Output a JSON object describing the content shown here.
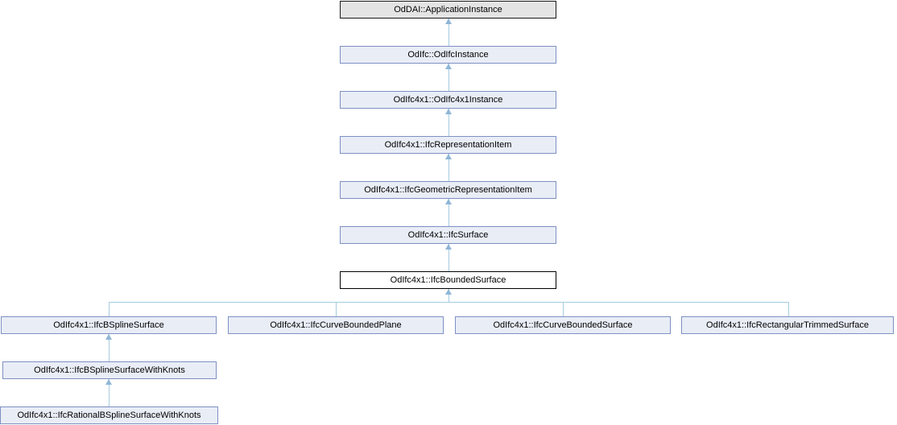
{
  "diagram": {
    "type": "class-inheritance-graph",
    "colors": {
      "node_border": "#7e90c3",
      "node_fill": "#e9edf6",
      "root_border": "#1a1a1a",
      "root_fill": "#e4e4e4",
      "current_border": "#000000",
      "current_fill": "#ffffff",
      "edge": "#a5cce0",
      "arrow": "#8fb6d6",
      "text": "#000000",
      "background": "#ffffff"
    },
    "nodes": {
      "application_instance": {
        "label": "OdDAI::ApplicationInstance",
        "style": "external"
      },
      "odifc_instance": {
        "label": "OdIfc::OdIfcInstance",
        "style": "linked"
      },
      "odifc4x1_instance": {
        "label": "OdIfc4x1::OdIfc4x1Instance",
        "style": "linked"
      },
      "representation_item": {
        "label": "OdIfc4x1::IfcRepresentationItem",
        "style": "linked"
      },
      "geometric_representation_item": {
        "label": "OdIfc4x1::IfcGeometricRepresentationItem",
        "style": "linked"
      },
      "surface": {
        "label": "OdIfc4x1::IfcSurface",
        "style": "linked"
      },
      "bounded_surface": {
        "label": "OdIfc4x1::IfcBoundedSurface",
        "style": "current"
      },
      "bspline_surface": {
        "label": "OdIfc4x1::IfcBSplineSurface",
        "style": "linked"
      },
      "curve_bounded_plane": {
        "label": "OdIfc4x1::IfcCurveBoundedPlane",
        "style": "linked"
      },
      "curve_bounded_surface": {
        "label": "OdIfc4x1::IfcCurveBoundedSurface",
        "style": "linked"
      },
      "rectangular_trimmed_surface": {
        "label": "OdIfc4x1::IfcRectangularTrimmedSurface",
        "style": "linked"
      },
      "bspline_surface_with_knots": {
        "label": "OdIfc4x1::IfcBSplineSurfaceWithKnots",
        "style": "linked"
      },
      "rational_bspline_surface_with_knots": {
        "label": "OdIfc4x1::IfcRationalBSplineSurfaceWithKnots",
        "style": "linked"
      }
    },
    "edges": [
      {
        "from": "OdIfc::OdIfcInstance",
        "to": "OdDAI::ApplicationInstance",
        "kind": "public-inheritance"
      },
      {
        "from": "OdIfc4x1::OdIfc4x1Instance",
        "to": "OdIfc::OdIfcInstance",
        "kind": "public-inheritance"
      },
      {
        "from": "OdIfc4x1::IfcRepresentationItem",
        "to": "OdIfc4x1::OdIfc4x1Instance",
        "kind": "public-inheritance"
      },
      {
        "from": "OdIfc4x1::IfcGeometricRepresentationItem",
        "to": "OdIfc4x1::IfcRepresentationItem",
        "kind": "public-inheritance"
      },
      {
        "from": "OdIfc4x1::IfcSurface",
        "to": "OdIfc4x1::IfcGeometricRepresentationItem",
        "kind": "public-inheritance"
      },
      {
        "from": "OdIfc4x1::IfcBoundedSurface",
        "to": "OdIfc4x1::IfcSurface",
        "kind": "public-inheritance"
      },
      {
        "from": "OdIfc4x1::IfcBSplineSurface",
        "to": "OdIfc4x1::IfcBoundedSurface",
        "kind": "public-inheritance"
      },
      {
        "from": "OdIfc4x1::IfcCurveBoundedPlane",
        "to": "OdIfc4x1::IfcBoundedSurface",
        "kind": "public-inheritance"
      },
      {
        "from": "OdIfc4x1::IfcCurveBoundedSurface",
        "to": "OdIfc4x1::IfcBoundedSurface",
        "kind": "public-inheritance"
      },
      {
        "from": "OdIfc4x1::IfcRectangularTrimmedSurface",
        "to": "OdIfc4x1::IfcBoundedSurface",
        "kind": "public-inheritance"
      },
      {
        "from": "OdIfc4x1::IfcBSplineSurfaceWithKnots",
        "to": "OdIfc4x1::IfcBSplineSurface",
        "kind": "public-inheritance"
      },
      {
        "from": "OdIfc4x1::IfcRationalBSplineSurfaceWithKnots",
        "to": "OdIfc4x1::IfcBSplineSurfaceWithKnots",
        "kind": "public-inheritance"
      }
    ]
  }
}
